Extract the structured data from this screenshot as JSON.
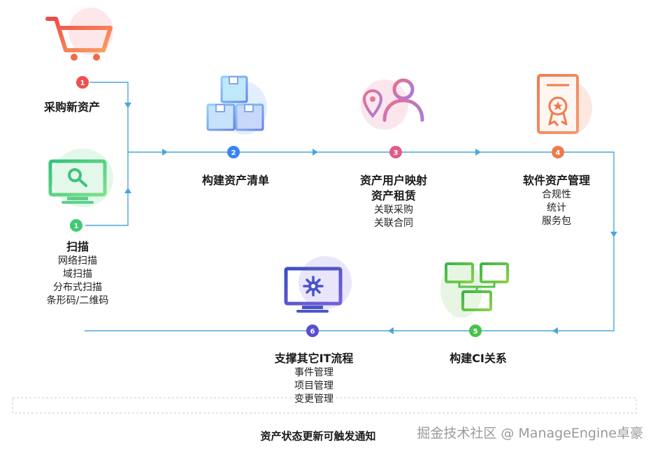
{
  "steps": {
    "purchase": {
      "badge": "1",
      "title": "采购新资产",
      "color": "#f0504f"
    },
    "scan": {
      "badge": "1",
      "title": "扫描",
      "items": [
        "网络扫描",
        "域扫描",
        "分布式扫描",
        "条形码/二维码"
      ],
      "color": "#3ecb73"
    },
    "inventory": {
      "badge": "2",
      "title": "构建资产清单",
      "color": "#3b82f6"
    },
    "mapping": {
      "badge": "3",
      "title_line1": "资产用户映射",
      "title_line2": "资产租赁",
      "items": [
        "关联采购",
        "关联合同"
      ],
      "color": "#e05a8a"
    },
    "software": {
      "badge": "4",
      "title": "软件资产管理",
      "items": [
        "合规性",
        "统计",
        "服务包"
      ],
      "color": "#f07a4a"
    },
    "ci": {
      "badge": "5",
      "title": "构建CI关系",
      "color": "#47c24a"
    },
    "it": {
      "badge": "6",
      "title": "支撑其它IT流程",
      "items": [
        "事件管理",
        "项目管理",
        "变更管理"
      ],
      "color": "#5a4fcf"
    }
  },
  "footer": {
    "title": "资产状态更新可触发通知"
  },
  "watermark": "掘金技术社区 @ ManageEngine卓豪",
  "colors": {
    "line": "#4aa6dc"
  },
  "icons": [
    "shopping-cart-icon",
    "monitor-search-icon",
    "boxes-icon",
    "location-user-icon",
    "certificate-icon",
    "network-icon",
    "monitor-gear-icon"
  ]
}
